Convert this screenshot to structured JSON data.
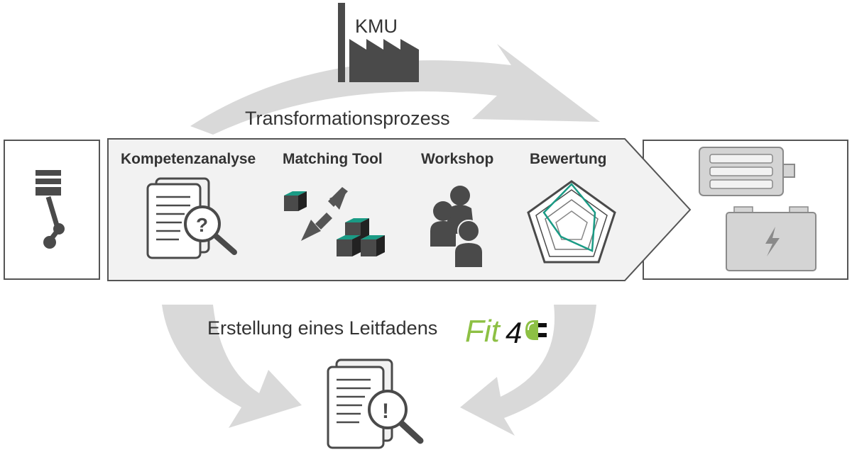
{
  "company_label": "KMU",
  "process_label": "Transformationsprozess",
  "steps": [
    {
      "label": "Kompetenzanalyse",
      "icon": "documents-question-magnifier-icon"
    },
    {
      "label": "Matching Tool",
      "icon": "matching-cubes-arrows-icon"
    },
    {
      "label": "Workshop",
      "icon": "people-group-icon"
    },
    {
      "label": "Bewertung",
      "icon": "radar-chart-icon"
    }
  ],
  "guideline_label": "Erstellung eines Leitfadens",
  "logo": {
    "text": "Fit",
    "digit": "4"
  },
  "colors": {
    "arrow_gray": "#d9d9d9",
    "icon_dark": "#4a4a4a",
    "accent_teal": "#1a9b85",
    "logo_green": "#8dc044",
    "panel_fill": "#f2f2f2",
    "panel_stroke": "#555555"
  },
  "icons": {
    "left_box": "piston-crankshaft-icon",
    "right_box_top": "electric-motor-icon",
    "right_box_bottom": "battery-icon",
    "bottom": "document-exclamation-magnifier-icon",
    "company": "factory-icon"
  }
}
